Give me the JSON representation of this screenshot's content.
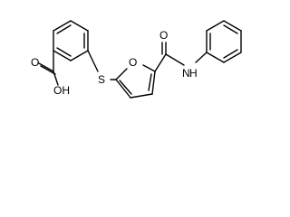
{
  "labels": {
    "hydroxyl": "OH",
    "carbonyl_oxygen_acid": "O",
    "sulfur": "S",
    "furan_oxygen": "O",
    "carbonyl_oxygen_amide": "O",
    "amide_nitrogen": "N",
    "amide_hydrogen": "H"
  }
}
